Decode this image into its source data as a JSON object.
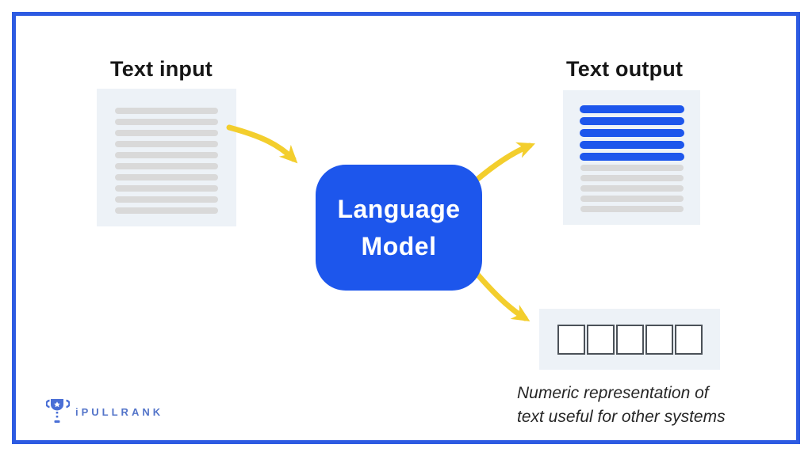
{
  "diagram": {
    "input_label": "Text input",
    "output_label": "Text output",
    "model_label": "Language Model",
    "model_label_lines": [
      "Language",
      "Model"
    ],
    "caption_lines": [
      "Numeric representation of",
      "text useful for other systems"
    ]
  },
  "input_doc": {
    "line_count": 10
  },
  "output_doc": {
    "blue_line_count": 5,
    "gray_line_count": 5
  },
  "numeric_panel": {
    "box_count": 5
  },
  "logo": {
    "brand": "iPULLRANK"
  },
  "icons": {
    "logo_icon": "trophy-icon",
    "arrows": [
      "curved-arrow-input-to-model",
      "curved-arrow-model-to-output",
      "curved-arrow-model-to-numeric"
    ]
  },
  "colors": {
    "accent_blue": "#1d56ec",
    "border_blue": "#2d5be2",
    "arrow_yellow": "#f3ce2d",
    "panel_bg": "#edf2f7",
    "line_gray": "#d9d9d9",
    "logo_blue": "#5374c9"
  }
}
